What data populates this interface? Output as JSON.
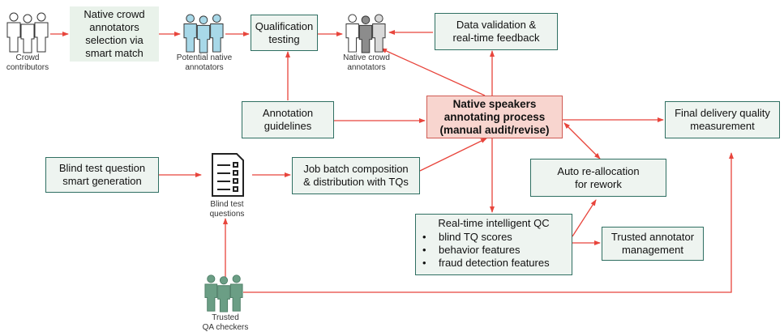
{
  "crowd": {
    "label_line1": "Crowd",
    "label_line2": "contributors"
  },
  "selection": {
    "line1": "Native crowd",
    "line2": "annotators",
    "line3": "selection via",
    "line4": "smart match"
  },
  "potential": {
    "label_line1": "Potential native",
    "label_line2": "annotators"
  },
  "qualification": {
    "line1": "Qualification",
    "line2": "testing"
  },
  "native_crowd": {
    "label_line1": "Native crowd",
    "label_line2": "annotators"
  },
  "validation": {
    "line1": "Data validation &",
    "line2": "real-time feedback"
  },
  "guidelines": {
    "line1": "Annotation",
    "line2": "guidelines"
  },
  "process": {
    "line1": "Native speakers",
    "line2": "annotating process",
    "line3": "(manual audit/revise)"
  },
  "final": {
    "line1": "Final delivery quality",
    "line2": "measurement"
  },
  "blind_gen": {
    "line1": "Blind test question",
    "line2": "smart generation"
  },
  "blind_questions": {
    "label_line1": "Blind test",
    "label_line2": "questions"
  },
  "job_batch": {
    "line1": "Job batch composition",
    "line2": "& distribution with TQs"
  },
  "realloc": {
    "line1": "Auto re-allocation",
    "line2": "for rework"
  },
  "qc": {
    "title": "Real-time intelligent QC",
    "items": [
      "blind TQ scores",
      "behavior features",
      "fraud detection features"
    ]
  },
  "trusted_mgmt": {
    "line1": "Trusted annotator",
    "line2": "management"
  },
  "trusted_qa": {
    "label_line1": "Trusted",
    "label_line2": "QA checkers"
  },
  "colors": {
    "arrow": "#e8453c",
    "teal_border": "#2f6f62",
    "highlight_fill": "#f8d5cf",
    "icon_teal": "#6b9e85",
    "icon_light": "#a8d8e8"
  }
}
